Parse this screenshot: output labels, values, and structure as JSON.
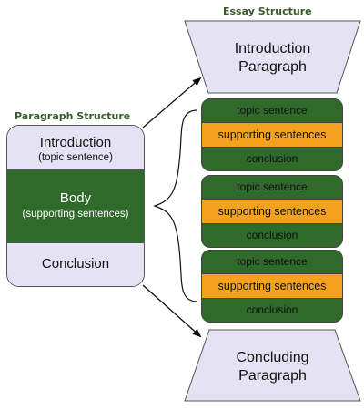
{
  "titles": {
    "essay": "Essay Structure",
    "paragraph": "Paragraph Structure"
  },
  "paragraph": {
    "intro_main": "Introduction",
    "intro_sub": "(topic sentence)",
    "body_main": "Body",
    "body_sub": "(supporting sentences)",
    "conclusion": "Conclusion"
  },
  "essay": {
    "intro_line1": "Introduction",
    "intro_line2": "Paragraph",
    "blocks": [
      {
        "top": "topic sentence",
        "middle": "supporting sentences",
        "bottom": "conclusion"
      },
      {
        "top": "topic sentence",
        "middle": "supporting sentences",
        "bottom": "conclusion"
      },
      {
        "top": "topic sentence",
        "middle": "supporting sentences",
        "bottom": "conclusion"
      }
    ],
    "concl_line1": "Concluding",
    "concl_line2": "Paragraph"
  },
  "colors": {
    "green": "#2f6a2b",
    "orange": "#f4a21e",
    "lavender": "#e5e3f3",
    "title_green": "#3a5a2a"
  }
}
